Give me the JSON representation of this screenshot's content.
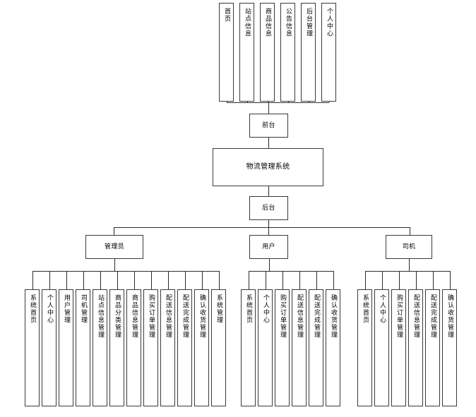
{
  "diagram": {
    "type": "hierarchy-tree",
    "title": "物流管理系统",
    "orientation": "top-menu-above-root, roles-below-root",
    "colors": {
      "box_border": "#3a3a3a",
      "connector": "#2b2b2b",
      "background": "#ffffff",
      "text": "#000000"
    }
  },
  "frontend_menu": {
    "group_label": "前台",
    "items": [
      {
        "label": "首页"
      },
      {
        "label": "站点信息"
      },
      {
        "label": "商品信息"
      },
      {
        "label": "公告信息"
      },
      {
        "label": "后台管理"
      },
      {
        "label": "个人中心"
      }
    ]
  },
  "spine": {
    "frontend": "前台",
    "system": "物流管理系统",
    "backend": "后台"
  },
  "roles": [
    {
      "name": "管理员",
      "items": [
        {
          "label": "系统首页"
        },
        {
          "label": "个人中心"
        },
        {
          "label": "用户管理"
        },
        {
          "label": "司机管理"
        },
        {
          "label": "站点信息管理"
        },
        {
          "label": "商品分类管理"
        },
        {
          "label": "商品信息管理"
        },
        {
          "label": "购买订单管理"
        },
        {
          "label": "配送信息管理"
        },
        {
          "label": "配送完成管理"
        },
        {
          "label": "确认收货管理"
        },
        {
          "label": "系统管理"
        }
      ]
    },
    {
      "name": "用户",
      "items": [
        {
          "label": "系统首页"
        },
        {
          "label": "个人中心"
        },
        {
          "label": "购买订单管理"
        },
        {
          "label": "配送信息管理"
        },
        {
          "label": "配送完成管理"
        },
        {
          "label": "确认收货管理"
        }
      ]
    },
    {
      "name": "司机",
      "items": [
        {
          "label": "系统首页"
        },
        {
          "label": "个人中心"
        },
        {
          "label": "购买订单管理"
        },
        {
          "label": "配送信息管理"
        },
        {
          "label": "配送完成管理"
        },
        {
          "label": "确认收货管理"
        }
      ]
    }
  ]
}
